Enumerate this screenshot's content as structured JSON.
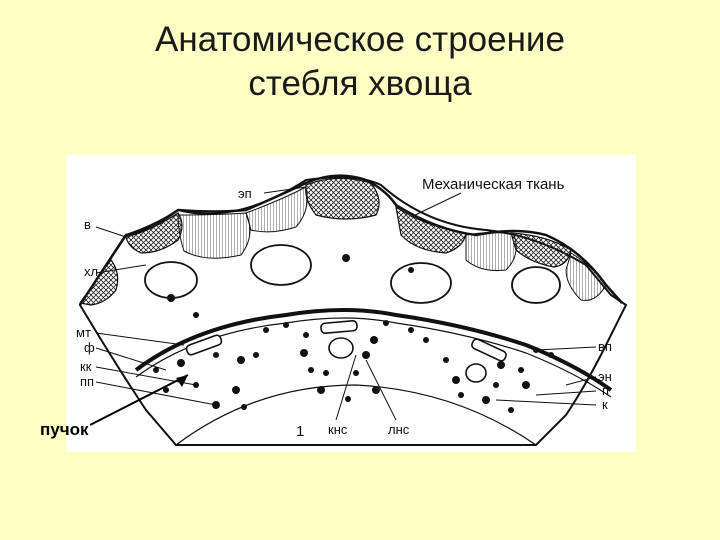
{
  "slide": {
    "title_line1": "Анатомическое строение",
    "title_line2": "стебля хвоща",
    "bg_color": "#FFFFC5"
  },
  "diagram": {
    "labels": {
      "ep": "эп",
      "mech": "Механическая ткань",
      "v": "в",
      "hl": "хл",
      "mt": "мт",
      "f": "ф",
      "kk": "кк",
      "pp": "пп",
      "vp": "вп",
      "en": "эн",
      "p": "п",
      "k": "к",
      "one": "1",
      "kns": "кнс",
      "lns": "лнс"
    },
    "bundle_label": "пучок"
  }
}
